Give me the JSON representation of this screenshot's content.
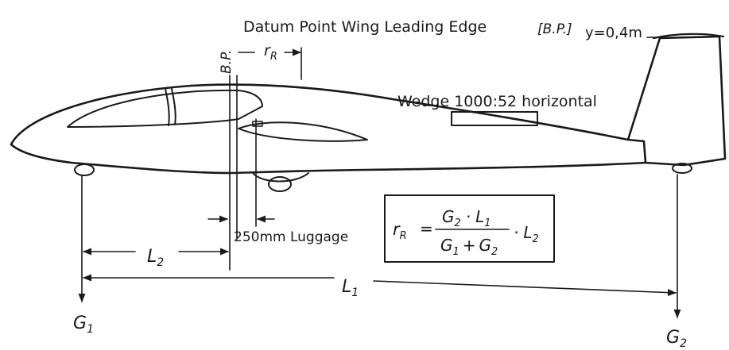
{
  "labels": {
    "datum": "Datum Point Wing Leading Edge",
    "datum_ref": "[B.P.]",
    "y_value": "y=0,4m",
    "bp": "B.P.",
    "r": "r",
    "r_sub": "R",
    "wedge": "Wedge 1000:52 horizontal",
    "luggage": "250mm Luggage",
    "l1": "L",
    "l1_sub": "1",
    "l2": "L",
    "l2_sub": "2",
    "g1": "G",
    "g1_sub": "1",
    "g2": "G",
    "g2_sub": "2"
  },
  "formula": {
    "lhs": "r",
    "lhs_sub": "R",
    "eq": "=",
    "num_a": "G",
    "num_a_sub": "2",
    "num_op": "·",
    "num_b": "L",
    "num_b_sub": "1",
    "den_a": "G",
    "den_a_sub": "1",
    "den_op": "+",
    "den_b": "G",
    "den_b_sub": "2",
    "mul": "·",
    "tail": "L",
    "tail_sub": "2"
  },
  "colors": {
    "ink": "#1a1a1a",
    "paper": "#ffffff"
  }
}
